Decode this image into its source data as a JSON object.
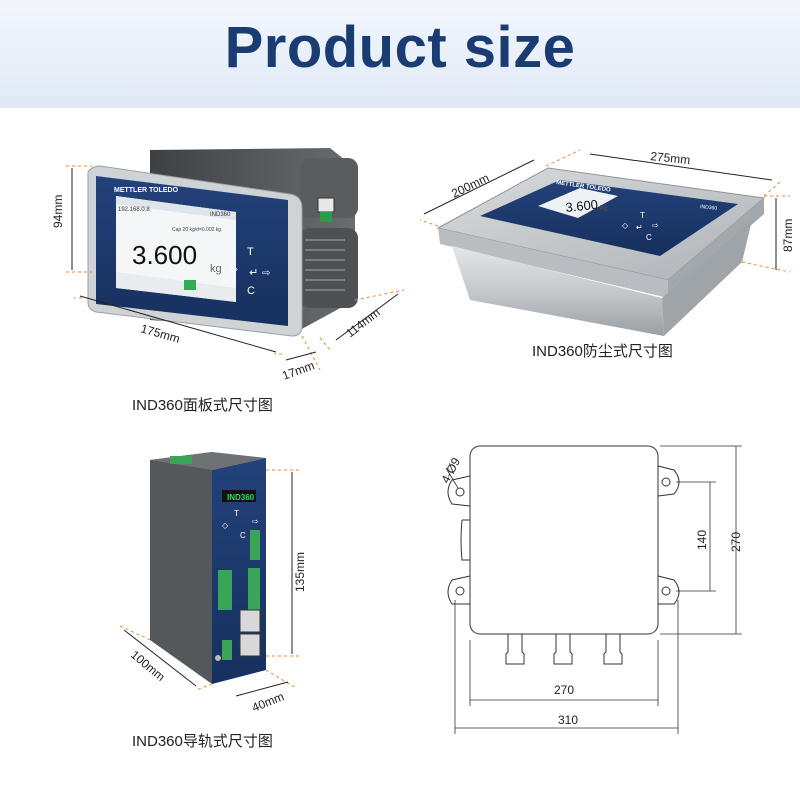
{
  "page": {
    "title": "Product size"
  },
  "panel": {
    "caption": "IND360面板式尺寸图",
    "dims": {
      "height": "94mm",
      "width": "175mm",
      "depth": "114mm",
      "front": "17mm"
    },
    "screen": {
      "brand": "METTLER TOLEDO",
      "ip": "192.168.0.8",
      "model": "IND360",
      "capacity": "Cap 20 kg/d=0.002 kg",
      "weight": "3.600",
      "unit": "kg"
    },
    "keys": [
      "T",
      "◇",
      "↵",
      "C",
      "⇨"
    ]
  },
  "dust": {
    "caption": "IND360防尘式尺寸图",
    "dims": {
      "length": "275mm",
      "width": "200mm",
      "height": "87mm"
    },
    "screen": {
      "brand": "METTLER TOLEDO",
      "weight": "3.600",
      "unit": "kg",
      "model": "IND360"
    }
  },
  "rail": {
    "caption": "IND360导轨式尺寸图",
    "dims": {
      "height": "135mm",
      "depth": "100mm",
      "width": "40mm"
    },
    "label": "IND360"
  },
  "drawing": {
    "hole": "4-Ø9",
    "dims": {
      "hole_spacing": "140",
      "height": "270",
      "inner_width": "270",
      "outer_width": "310"
    }
  },
  "colors": {
    "title": "#1b3c73",
    "dimension": "#f08a3c",
    "panel": "#1e3a6e"
  }
}
